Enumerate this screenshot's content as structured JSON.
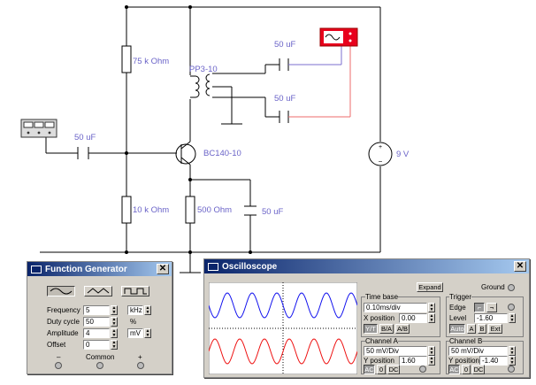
{
  "schematic": {
    "labels": {
      "r1": "75 k Ohm",
      "r2": "10 k Ohm",
      "r3": "500  Ohm",
      "c_in": "50 uF",
      "c_out1": "50 uF",
      "c_out2": "50 uF",
      "c_emit": "50 uF",
      "transformer": "PP3-10",
      "transistor": "BC140-10",
      "battery": "9 V"
    },
    "colors": {
      "wire": "#000000",
      "label": "#6a63c8",
      "probe_a": "#7b6fcf",
      "probe_b": "#ee6b6b",
      "scope_icon": "#e8001c"
    }
  },
  "function_generator": {
    "title": "Function Generator",
    "waveforms": [
      "sine",
      "triangle",
      "square"
    ],
    "selected_waveform": "sine",
    "rows": [
      {
        "label": "Frequency",
        "value": "5",
        "unit": "kHz"
      },
      {
        "label": "Duty cycle",
        "value": "50",
        "unit": "%"
      },
      {
        "label": "Amplitude",
        "value": "4",
        "unit": "mV"
      },
      {
        "label": "Offset",
        "value": "0",
        "unit": ""
      }
    ],
    "terminals": {
      "minus": "–",
      "common": "Common",
      "plus": "+"
    }
  },
  "oscilloscope": {
    "title": "Oscilloscope",
    "expand_label": "Expand",
    "ground_label": "Ground",
    "timebase": {
      "group_label": "Time base",
      "value": "0.10ms/div",
      "xpos_label": "X position",
      "xpos_value": "0.00",
      "mode_buttons": [
        "Y/T",
        "B/A",
        "A/B"
      ]
    },
    "trigger": {
      "group_label": "Trigger",
      "edge_label": "Edge",
      "level_label": "Level",
      "level_value": "-1.60",
      "buttons": [
        "Auto",
        "A",
        "B",
        "Ext"
      ]
    },
    "channel_a": {
      "label": "Channel A",
      "scale": "50 mV/Div",
      "ypos_label": "Y position",
      "ypos": "1.60",
      "coupling": [
        "AC",
        "0",
        "DC"
      ]
    },
    "channel_b": {
      "label": "Channel B",
      "scale": "50 mV/Div",
      "ypos_label": "Y position",
      "ypos": "-1.40",
      "coupling": [
        "AC",
        "0",
        "DC"
      ]
    },
    "trace_colors": {
      "a": "#1010ee",
      "b": "#ee1010"
    }
  }
}
